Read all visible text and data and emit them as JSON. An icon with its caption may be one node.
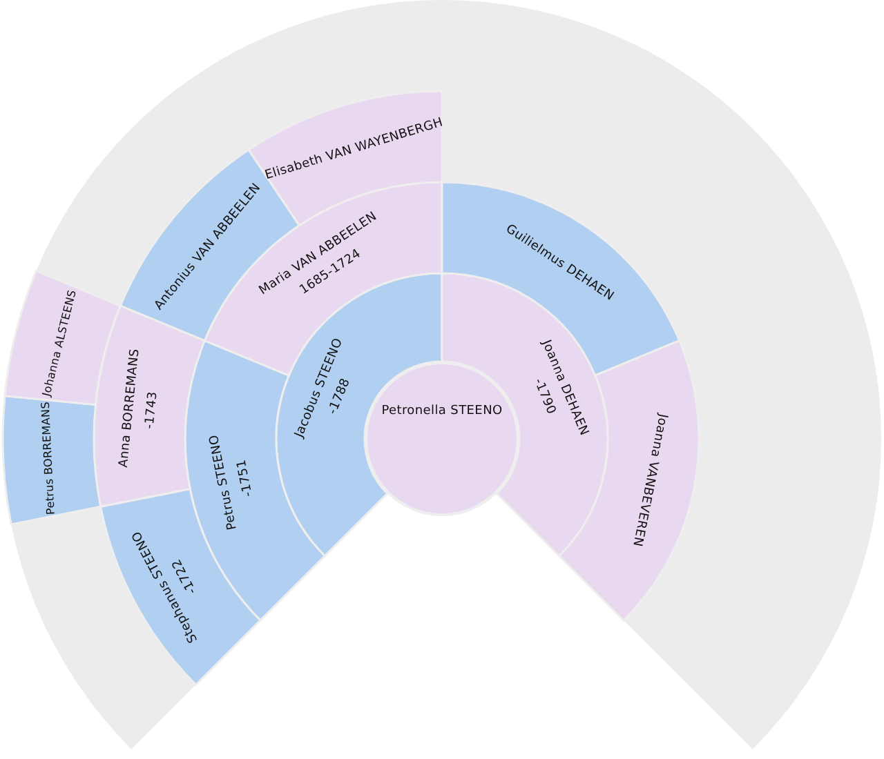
{
  "diagram": {
    "nodes": [
      {
        "text": [
          "Petronella STEENO"
        ]
      },
      {
        "text": [
          "Jacobus STEENO",
          "-1788"
        ]
      },
      {
        "text": [
          "Joanna DEHAEN",
          "-1790"
        ]
      },
      {
        "text": [
          "Petrus STEENO",
          "-1751"
        ]
      },
      {
        "text": [
          "Maria VAN ABBEELEN",
          "1685-1724"
        ]
      },
      {
        "text": [
          "Guilielmus DEHAEN"
        ]
      },
      {
        "text": [
          "Joanna VANBEVEREN"
        ]
      },
      {
        "text": [
          "Stephanus STEENO",
          "-1722"
        ]
      },
      {
        "text": [
          "Anna BORREMANS",
          "-1743"
        ]
      },
      {
        "text": [
          "Antonius VAN ABBEELEN"
        ]
      },
      {
        "text": [
          "Elisabeth VAN WAYENBERGH"
        ]
      },
      {
        "text": [
          "Petrus BORREMANS"
        ]
      },
      {
        "text": [
          "Johanna ALSTEENS"
        ]
      }
    ]
  }
}
